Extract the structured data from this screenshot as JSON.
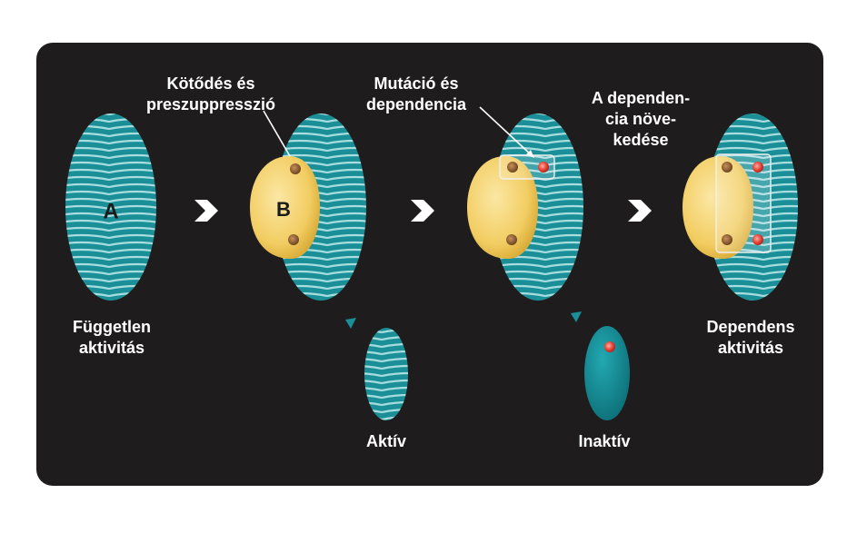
{
  "labels": {
    "binding": "Kötődés és\npreszuppresszió",
    "mutation": "Mutáció és\ndependencia",
    "increase": "A dependen-\ncia növe-\nkedése",
    "independent": "Független\naktivitás",
    "dependent": "Dependens\naktivitás",
    "active": "Aktív",
    "inactive": "Inaktív"
  },
  "protein_letters": {
    "a": "A",
    "b": "B"
  },
  "colors": {
    "panel": "#1e1c1c",
    "teal": "#1a8f98",
    "stripe": "#a8dde0",
    "yellow": "#f2cd62",
    "site_brown": "#8a5a2b",
    "site_red": "#e8463a"
  }
}
